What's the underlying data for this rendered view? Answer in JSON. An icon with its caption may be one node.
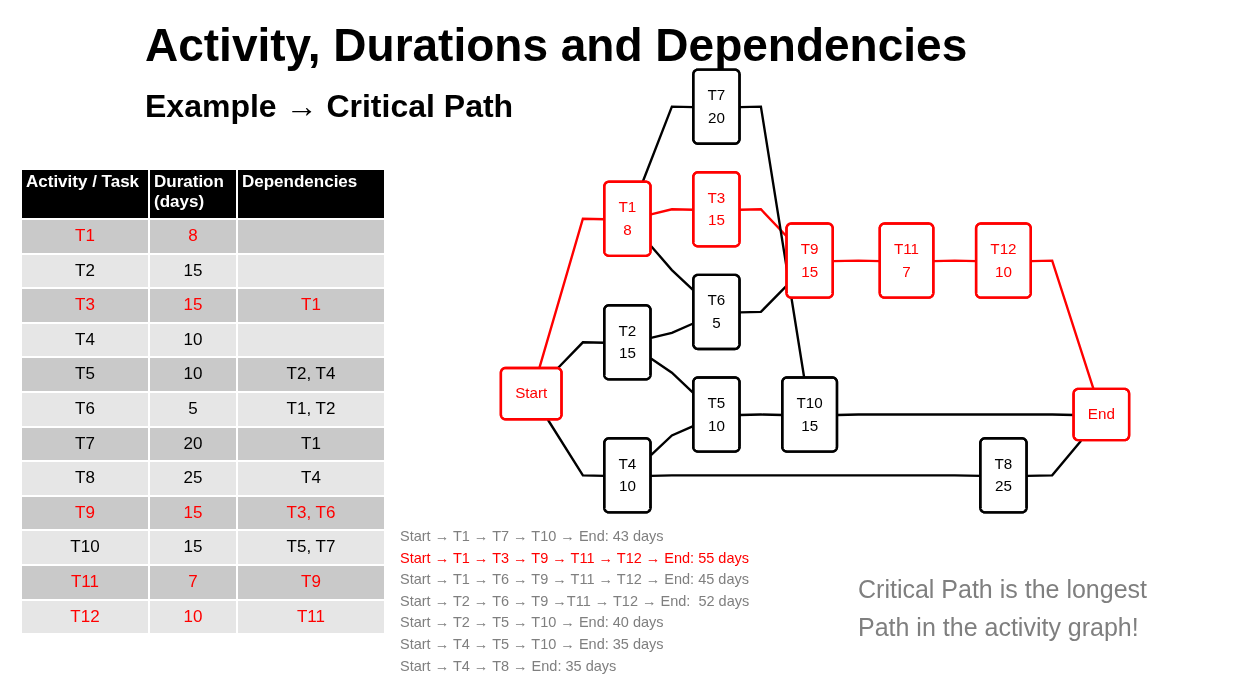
{
  "diagram": {
    "title": "Activity, Durations and Dependencies",
    "nodes": [
      {
        "text": [
          "Start"
        ]
      },
      {
        "text": [
          "T1",
          "8"
        ]
      },
      {
        "text": [
          "T2",
          "15"
        ]
      },
      {
        "text": [
          "T3",
          "15"
        ]
      },
      {
        "text": [
          "T4",
          "10"
        ]
      },
      {
        "text": [
          "T5",
          "10"
        ]
      },
      {
        "text": [
          "T6",
          "5"
        ]
      },
      {
        "text": [
          "T7",
          "20"
        ]
      },
      {
        "text": [
          "T8",
          "25"
        ]
      },
      {
        "text": [
          "T9",
          "15"
        ]
      },
      {
        "text": [
          "T10",
          "15"
        ]
      },
      {
        "text": [
          "T11",
          "7"
        ]
      },
      {
        "text": [
          "T12",
          "10"
        ]
      },
      {
        "text": [
          "End"
        ]
      }
    ],
    "edges": [
      {
        "from": 0,
        "to": 1,
        "arrow": "none",
        "color": "#ff0000"
      },
      {
        "from": 0,
        "to": 2,
        "arrow": "none"
      },
      {
        "from": 0,
        "to": 4,
        "arrow": "none"
      },
      {
        "from": 1,
        "to": 7,
        "arrow": "none"
      },
      {
        "from": 1,
        "to": 3,
        "arrow": "none",
        "color": "#ff0000"
      },
      {
        "from": 1,
        "to": 6,
        "arrow": "none"
      },
      {
        "from": 2,
        "to": 6,
        "arrow": "none"
      },
      {
        "from": 2,
        "to": 5,
        "arrow": "none"
      },
      {
        "from": 4,
        "to": 5,
        "arrow": "none"
      },
      {
        "from": 4,
        "to": 8,
        "arrow": "none"
      },
      {
        "from": 3,
        "to": 9,
        "arrow": "none",
        "color": "#ff0000"
      },
      {
        "from": 6,
        "to": 9,
        "arrow": "none"
      },
      {
        "from": 7,
        "to": 10,
        "arrow": "none"
      },
      {
        "from": 5,
        "to": 10,
        "arrow": "none"
      },
      {
        "from": 9,
        "to": 11,
        "arrow": "none",
        "color": "#ff0000"
      },
      {
        "from": 11,
        "to": 12,
        "arrow": "none",
        "color": "#ff0000"
      },
      {
        "from": 10,
        "to": 13,
        "arrow": "none"
      },
      {
        "from": 12,
        "to": 13,
        "arrow": "none",
        "color": "#ff0000"
      },
      {
        "from": 8,
        "to": 13,
        "arrow": "none"
      }
    ],
    "labels": [
      "Example → Critical Path",
      "Activity / Task",
      "Duration (days)",
      "Dependencies",
      "T1",
      "8",
      "T2",
      "15",
      "T3",
      "15",
      "T1",
      "T4",
      "10",
      "T5",
      "10",
      "T2, T4",
      "T6",
      "5",
      "T1, T2",
      "T7",
      "20",
      "T1",
      "T8",
      "25",
      "T4",
      "T9",
      "15",
      "T3, T6",
      "T10",
      "15",
      "T5, T7",
      "T11",
      "7",
      "T9",
      "T12",
      "10",
      "T11",
      "Start → T1 → T7 → T10 → End: 43 days",
      "Start → T1 → T3 → T9 → T11 → T12 → End: 55 days",
      "Start → T1 → T6 → T9 → T11 → T12 → End: 45 days",
      "Start → T2 → T6 → T9 →T11 → T12 → End:  52 days",
      "Start → T2 → T5 → T10 → End: 40 days",
      "Start → T4 → T5 → T10 → End: 35 days",
      "Start → T4 → T8 → End: 35 days",
      "Critical Path is the longest Path in the activity graph!"
    ]
  }
}
